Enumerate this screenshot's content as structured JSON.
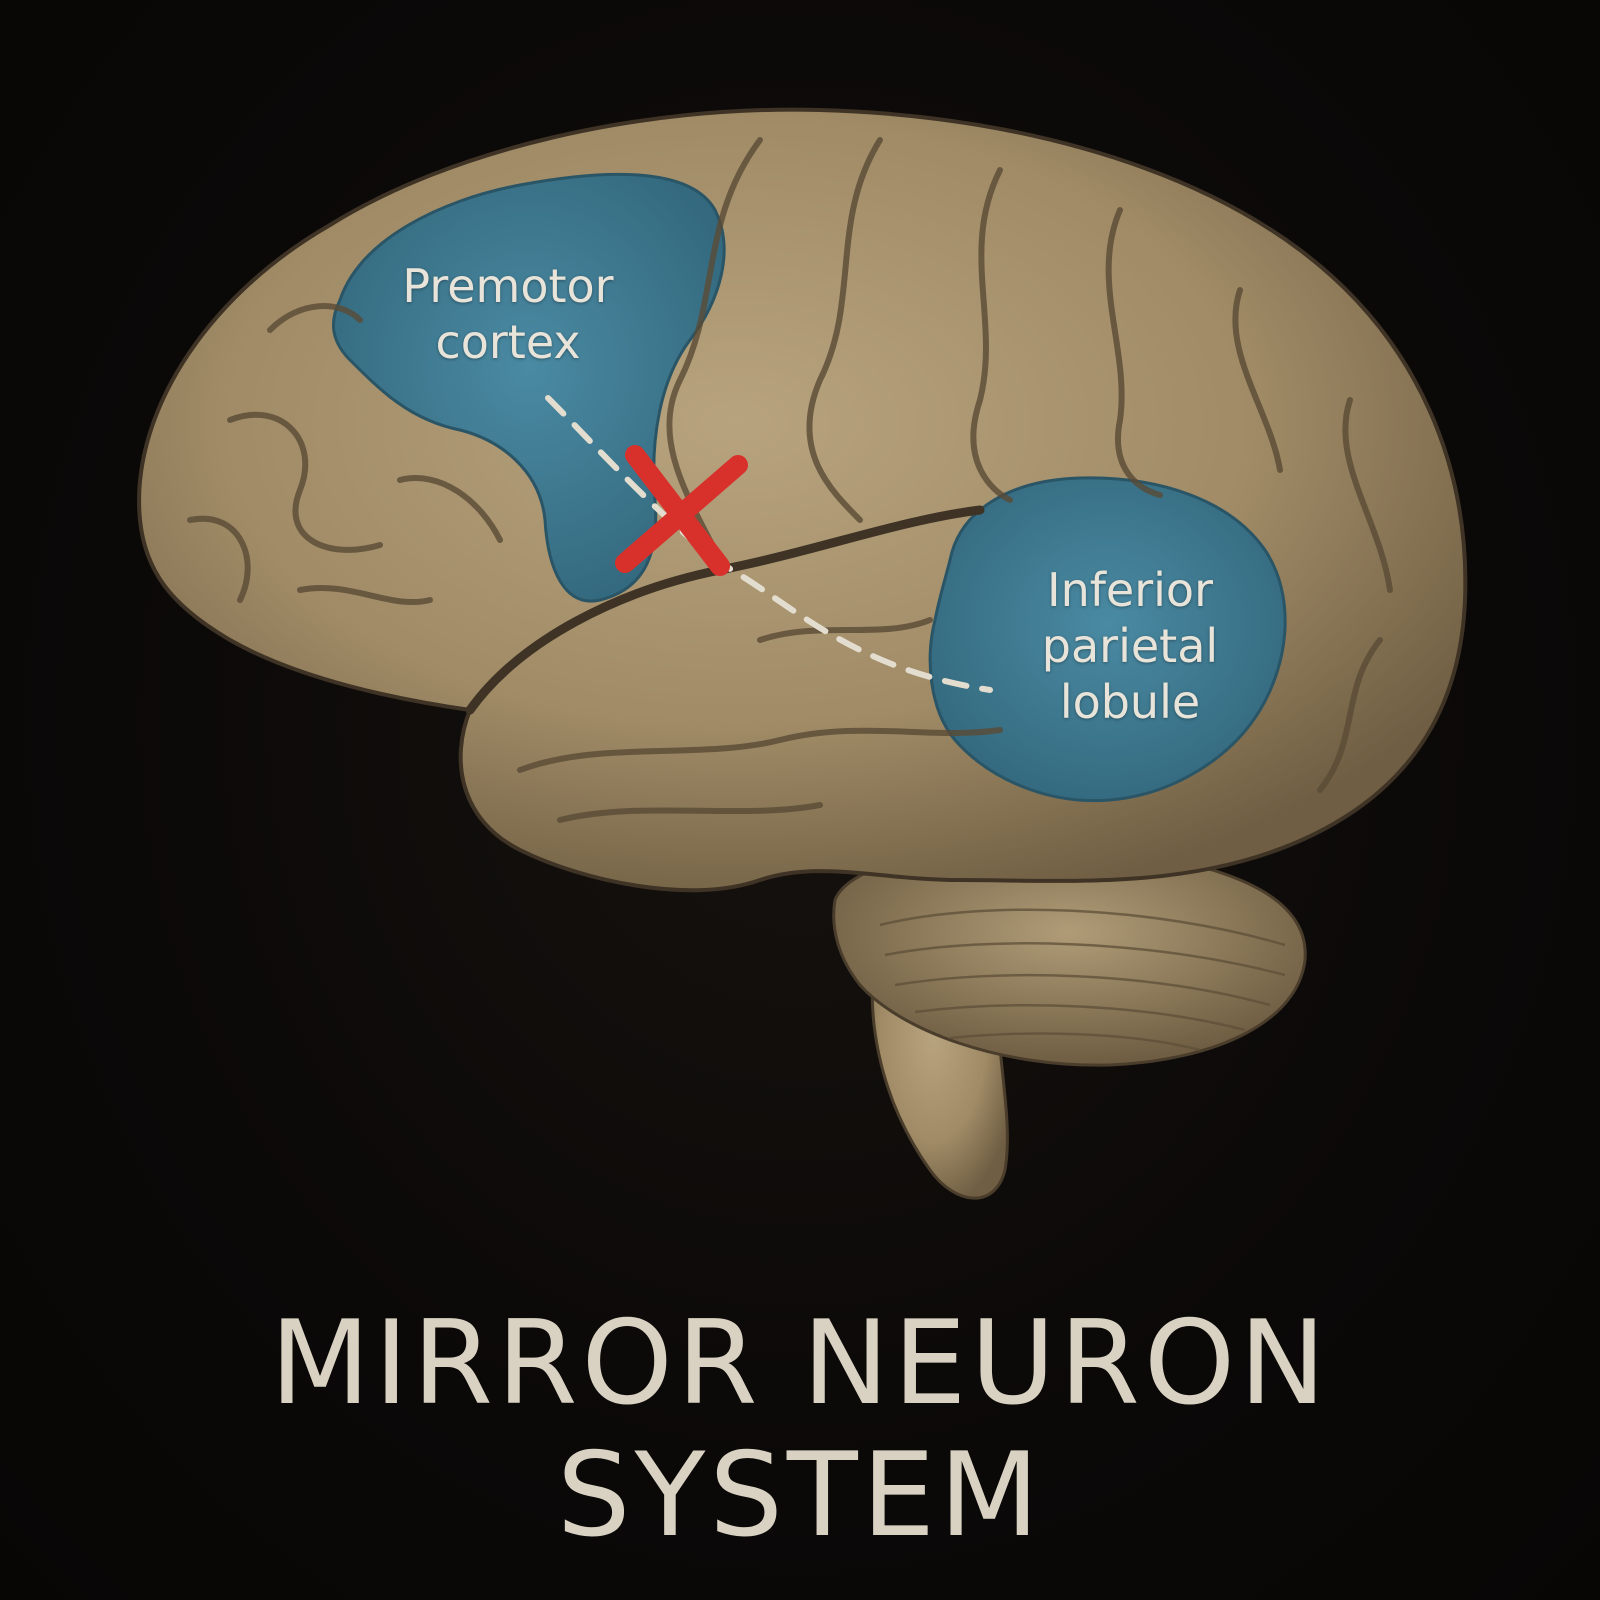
{
  "labels": {
    "premotor": [
      "Premotor",
      "cortex"
    ],
    "parietal": [
      "Inferior",
      "parietal",
      "lobule"
    ]
  },
  "title": {
    "line1": "MIRROR NEURON",
    "line2": "SYSTEM"
  },
  "colors": {
    "background": "#0b0908",
    "brain": "#a8946f",
    "brain_shadow": "#5e4f38",
    "highlight_region": "#3f7f98",
    "connection_line": "#e3ddcf",
    "cross_mark": "#d8302b",
    "label_text": "#e8e4da",
    "title_text": "#d9d2c2"
  },
  "icons": {
    "disruption_marker": "x-cross-icon"
  }
}
